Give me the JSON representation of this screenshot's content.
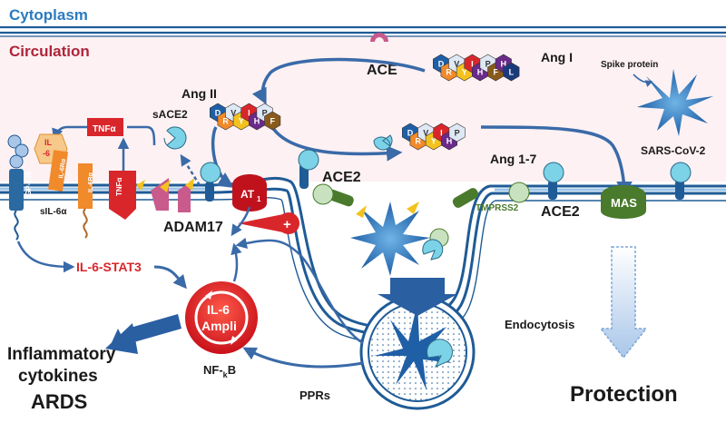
{
  "title": {
    "cytoplasm": "Cytoplasm",
    "circulation": "Circulation"
  },
  "labels": {
    "ace": "ACE",
    "ang1": "Ang I",
    "ang2": "Ang II",
    "ang17": "Ang 1-7",
    "spike": "Spike protein",
    "sarscov2": "SARS-CoV-2",
    "sace2": "sACE2",
    "ace2_top": "ACE2",
    "ace2_right": "ACE2",
    "tmprss2": "TMPRSS2",
    "mas": "MAS",
    "at1": "AT",
    "at1_sub": "1",
    "adam17": "ADAM17",
    "tnfa_top": "TNFα",
    "tnfa_rec": "TNFα",
    "il6": "IL\n-6",
    "il6ra": "IL-6Rα",
    "il6ra2": "IL-6Rα",
    "sil6a": "sIL-6α",
    "gp130": "GP-130",
    "il6stat3": "IL-6-STAT3",
    "il6ampli_1": "IL-6",
    "il6ampli_2": "Ampli",
    "nfkb": "NF-",
    "nfkb_sub": "k",
    "nfkb_end": "B",
    "pprs": "PPRs",
    "endocytosis": "Endocytosis",
    "inflammatory_1": "Inflammatory",
    "inflammatory_2": "cytokines",
    "ards": "ARDS",
    "protection": "Protection",
    "plus": "+"
  },
  "peptides": {
    "ang1": [
      "D",
      "R",
      "V",
      "Y",
      "I",
      "H",
      "P",
      "F",
      "H",
      "L"
    ],
    "ang2": [
      "D",
      "R",
      "V",
      "Y",
      "I",
      "H",
      "P",
      "F"
    ],
    "ang17": [
      "D",
      "R",
      "V",
      "Y",
      "I",
      "H",
      "P"
    ]
  },
  "colors": {
    "membrane": "#1f5b96",
    "cytoplasm_text": "#2b7bbf",
    "circulation_text": "#b0243a",
    "arrow": "#3a6aa8",
    "red": "#d9262b",
    "green": "#4a7a2c",
    "pink": "#c85a8c",
    "cyan": "#56bcd4",
    "virus": "#2a73b8"
  }
}
